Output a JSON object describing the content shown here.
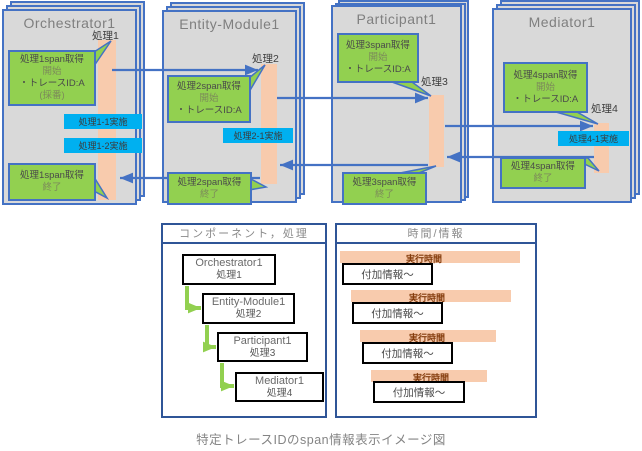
{
  "diagram": {
    "components": [
      {
        "title": "Orchestrator1",
        "process": "処理1",
        "start_note": {
          "line1": "処理1span取得",
          "line2": "開始",
          "line3": "・トレースID:A",
          "line4": "(採番)"
        },
        "end_note": {
          "line1": "処理1span取得",
          "line2": "終了"
        },
        "exec1": "処理1-1実施",
        "exec2": "処理1-2実施"
      },
      {
        "title": "Entity-Module1",
        "process": "処理2",
        "start_note": {
          "line1": "処理2span取得",
          "line2": "開始",
          "line3": "・トレースID:A"
        },
        "end_note": {
          "line1": "処理2span取得",
          "line2": "終了"
        },
        "exec1": "処理2-1実施"
      },
      {
        "title": "Participant1",
        "process": "処理3",
        "start_note": {
          "line1": "処理3span取得",
          "line2": "開始",
          "line3": "・トレースID:A"
        },
        "end_note": {
          "line1": "処理3span取得",
          "line2": "終了"
        }
      },
      {
        "title": "Mediator1",
        "process": "処理4",
        "start_note": {
          "line1": "処理4span取得",
          "line2": "開始",
          "line3": "・トレースID:A"
        },
        "end_note": {
          "line1": "処理4span取得",
          "line2": "終了"
        },
        "exec1": "処理4-1実施"
      }
    ]
  },
  "table": {
    "left_header": "コンポーネント，処理",
    "right_header": "時間/情報",
    "rows": [
      {
        "component": "Orchestrator1",
        "process": "処理1",
        "time_label": "実行時間",
        "info_label": "付加情報～"
      },
      {
        "component": "Entity-Module1",
        "process": "処理2",
        "time_label": "実行時間",
        "info_label": "付加情報～"
      },
      {
        "component": "Participant1",
        "process": "処理3",
        "time_label": "実行時間",
        "info_label": "付加情報～"
      },
      {
        "component": "Mediator1",
        "process": "処理4",
        "time_label": "実行時間",
        "info_label": "付加情報～"
      }
    ]
  },
  "caption": "特定トレースIDのspan情報表示イメージ図",
  "colors": {
    "component_fill": "#d9d9d9",
    "blue": "#4472c4",
    "bar_orange": "#f8cbad",
    "note_green": "#92d050",
    "exec_cyan": "#00b0f0",
    "time_text": "#843c0c",
    "table_border": "#2f5597"
  }
}
